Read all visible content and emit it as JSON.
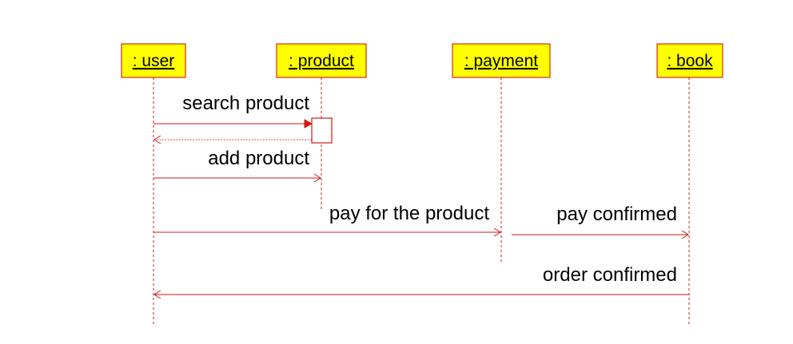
{
  "diagram": {
    "type": "sequence",
    "colors": {
      "object_fill": "#ffff00",
      "line": "#d01818",
      "text": "#000000"
    },
    "objects": [
      {
        "id": "user",
        "label": ": user"
      },
      {
        "id": "product",
        "label": ": product"
      },
      {
        "id": "payment",
        "label": ": payment"
      },
      {
        "id": "book",
        "label": ": book"
      }
    ],
    "messages": [
      {
        "label": "search product",
        "from": "user",
        "to": "product",
        "arrow": "filled"
      },
      {
        "label": "",
        "from": "product",
        "to": "user",
        "arrow": "open",
        "style": "return"
      },
      {
        "label": "add product",
        "from": "user",
        "to": "product",
        "arrow": "open"
      },
      {
        "label": "pay for the product",
        "from": "user",
        "to": "payment",
        "arrow": "open"
      },
      {
        "label": "pay confirmed",
        "from": "payment",
        "to": "book",
        "arrow": "open"
      },
      {
        "label": "order confirmed",
        "from": "book",
        "to": "user",
        "arrow": "open"
      }
    ]
  }
}
